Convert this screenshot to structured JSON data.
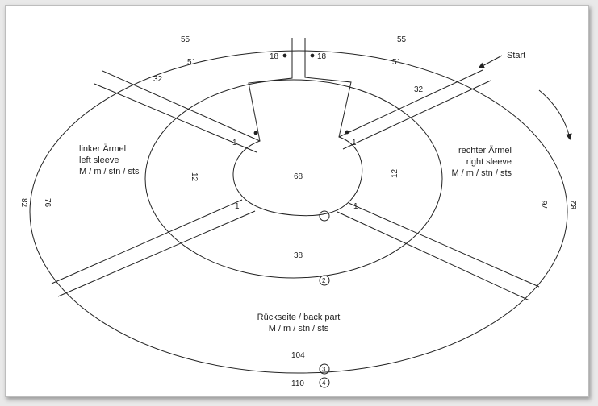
{
  "diagram": {
    "outer_ring": {
      "top_left": "55",
      "top_right": "55",
      "left": "82",
      "right": "82",
      "bottom_inner": "104",
      "bottom_outer": "110"
    },
    "second_ring": {
      "top_left": "51",
      "top_right": "51",
      "left": "76",
      "right": "76"
    },
    "sleeve_top": {
      "left": "32",
      "right": "32"
    },
    "sleeve_mid": {
      "left": "12",
      "right": "12"
    },
    "neck": {
      "left": "18",
      "right": "18",
      "center": "68"
    },
    "inner_ring": {
      "bottom": "38"
    },
    "corners": {
      "upper_left": "1",
      "upper_right": "1",
      "lower_left": "1",
      "lower_right": "1"
    },
    "markers": [
      "1",
      "2",
      "3",
      "4"
    ],
    "left_sleeve": {
      "line1": "linker Ärmel",
      "line2": "left sleeve",
      "line3": "M / m / stn / sts"
    },
    "right_sleeve": {
      "line1": "rechter Ärmel",
      "line2": "right sleeve",
      "line3": "M / m / stn / sts"
    },
    "back_part": {
      "line1": "Rückseite / back part",
      "line2": "M / m / stn / sts"
    },
    "start_label": "Start"
  },
  "colors": {
    "line": "#222222",
    "background": "#ffffff",
    "frame": "#e9e9e9"
  }
}
